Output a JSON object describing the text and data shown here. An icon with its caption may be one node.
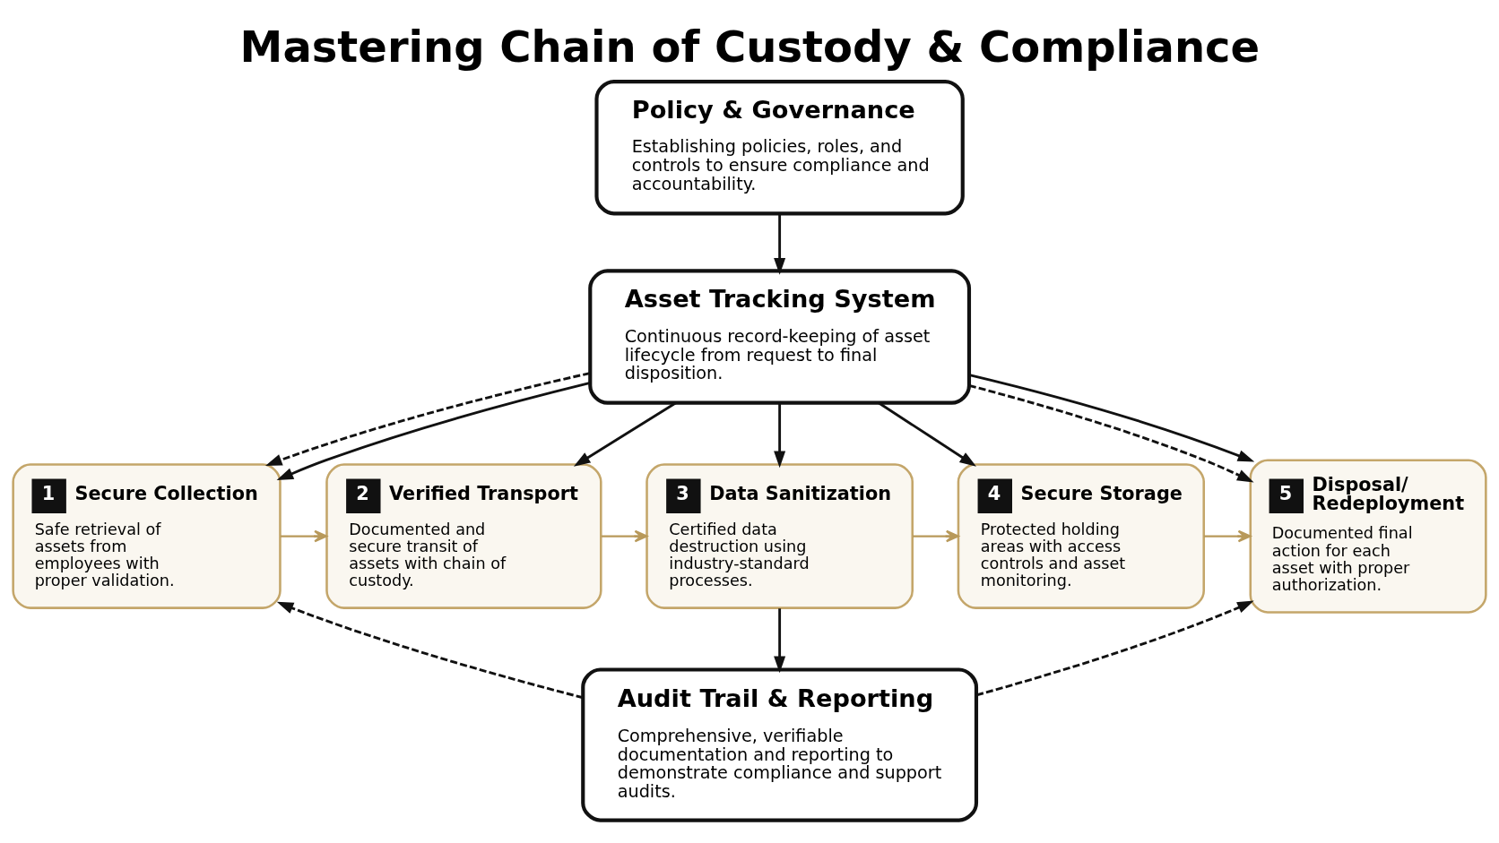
{
  "diagram": {
    "title": "Mastering Chain of Custody & Compliance",
    "nodes": [
      {
        "text": [
          "Policy & Governance",
          "Establishing policies, roles, and controls to ensure compliance and accountability."
        ]
      },
      {
        "text": [
          "Asset Tracking System",
          "Continuous record-keeping of asset lifecycle from request to final disposition."
        ]
      },
      {
        "text": [
          "1",
          "Secure Collection",
          "Safe retrieval of assets from employees with proper validation."
        ]
      },
      {
        "text": [
          "2",
          "Verified Transport",
          "Documented and secure transit of assets with chain of custody."
        ]
      },
      {
        "text": [
          "3",
          "Data Sanitization",
          "Certified data destruction using industry-standard processes."
        ]
      },
      {
        "text": [
          "4",
          "Secure Storage",
          "Protected holding areas with access controls and asset monitoring."
        ]
      },
      {
        "text": [
          "5",
          "Disposal/ Redeployment",
          "Documented final action for each asset with proper authorization."
        ]
      },
      {
        "text": [
          "Audit Trail & Reporting",
          "Comprehensive, verifiable documentation and reporting to demonstrate compliance and support audits."
        ]
      }
    ],
    "edges": [
      {
        "from": 0,
        "to": 1,
        "arrow": "to"
      },
      {
        "from": 1,
        "to": 2,
        "arrow": "to",
        "style": "dashed"
      },
      {
        "from": 1,
        "to": 6,
        "arrow": "to",
        "style": "dashed"
      },
      {
        "from": 1,
        "to": 2,
        "arrow": "to"
      },
      {
        "from": 1,
        "to": 3,
        "arrow": "to"
      },
      {
        "from": 1,
        "to": 4,
        "arrow": "to"
      },
      {
        "from": 1,
        "to": 5,
        "arrow": "to"
      },
      {
        "from": 1,
        "to": 6,
        "arrow": "to"
      },
      {
        "from": 2,
        "to": 3,
        "arrow": "to",
        "color": "#b8995a"
      },
      {
        "from": 3,
        "to": 4,
        "arrow": "to",
        "color": "#b8995a"
      },
      {
        "from": 4,
        "to": 5,
        "arrow": "to",
        "color": "#b8995a"
      },
      {
        "from": 5,
        "to": 6,
        "arrow": "to",
        "color": "#b8995a"
      },
      {
        "from": 4,
        "to": 7,
        "arrow": "to"
      },
      {
        "from": 7,
        "to": 2,
        "arrow": "to",
        "style": "dashed"
      },
      {
        "from": 7,
        "to": 6,
        "arrow": "to",
        "style": "dashed"
      }
    ]
  }
}
